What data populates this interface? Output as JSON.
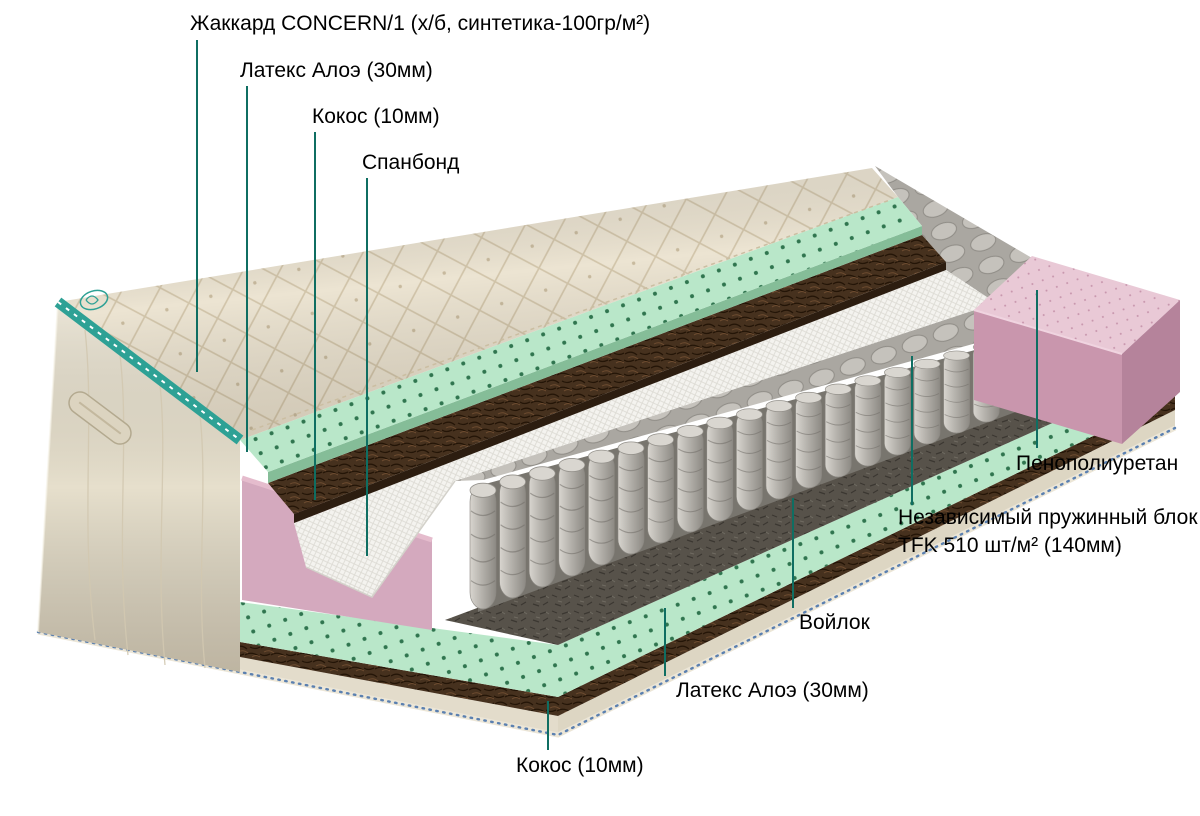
{
  "page": {
    "background": "#ffffff"
  },
  "diagram": {
    "type": "mattress-layers-cutaway",
    "labels": {
      "jacquard": "Жаккард CONCERN/1 (х/б, синтетика-100гр/м²)",
      "latex_top": "Латекс Алоэ (30мм)",
      "coconut_top": "Кокос (10мм)",
      "spunbond": "Спанбонд",
      "foam": "Пенополиуретан",
      "spring_block_line1": "Независимый пружинный блок",
      "spring_block_line2": "TFK 510 шт/м² (140мм)",
      "felt": "Войлок",
      "latex_bottom": "Латекс Алоэ (30мм)",
      "coconut_bottom": "Кокос (10мм)"
    },
    "layers_top_to_bottom": [
      "Жаккард CONCERN/1 (х/б, синтетика-100гр/м²)",
      "Латекс Алоэ (30мм)",
      "Кокос (10мм)",
      "Спанбонд",
      "Независимый пружинный блок TFK 510 шт/м² (140мм)",
      "Пенополиуретан (короб)",
      "Войлок",
      "Латекс Алоэ (30мм)",
      "Кокос (10мм)"
    ],
    "palette": {
      "background": "#ffffff",
      "leader_line": "#0f6e62",
      "label_text": "#000000",
      "quilt": "#ece4d2",
      "latex": "#b9e7c9",
      "coconut": "#46311e",
      "spunbond": "#f4f3ef",
      "spring_steel": "#b5b2ac",
      "felt": "#57524a",
      "foam": "#e9c9d6",
      "ribbon": "#2ea195",
      "piping": "#5b80b0"
    }
  }
}
